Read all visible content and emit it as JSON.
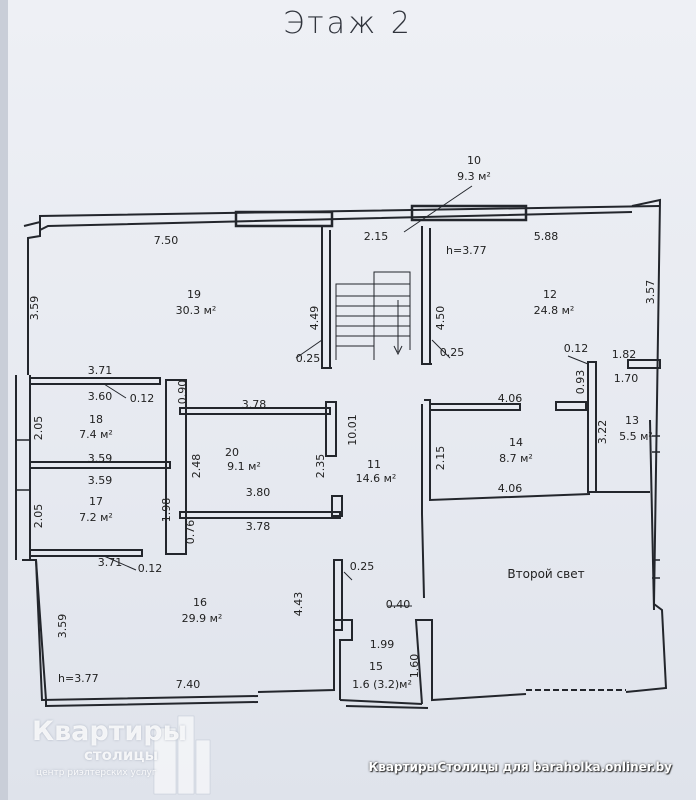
{
  "floor_title": "Этаж 2",
  "heights": {
    "left": "h=3.77",
    "top": "h=3.77"
  },
  "rooms": [
    {
      "number": "19",
      "area": "30.3 м²"
    },
    {
      "number": "12",
      "area": "24.8 м²"
    },
    {
      "number": "10",
      "area": "9.3  м²"
    },
    {
      "number": "18",
      "area": "7.4  м²"
    },
    {
      "number": "17",
      "area": "7.2  м²"
    },
    {
      "number": "20",
      "area": "9.1  м²"
    },
    {
      "number": "11",
      "area": "14.6 м²"
    },
    {
      "number": "14",
      "area": "8.7  м²"
    },
    {
      "number": "13",
      "area": "5.5  м²"
    },
    {
      "number": "16",
      "area": "29.9 м²"
    },
    {
      "number": "15",
      "area": "1.6 (3.2)м²"
    }
  ],
  "void_label": "Второй свет",
  "dimensions": [
    "7.50",
    "2.15",
    "5.88",
    "3.59",
    "4.49",
    "0.25",
    "4.50",
    "0.25",
    "3.57",
    "0.12",
    "1.82",
    "1.70",
    "0.93",
    "3.71",
    "3.60",
    "0.12",
    "0.90",
    "3.78",
    "10.01",
    "4.06",
    "3.22",
    "2.05",
    "3.59",
    "3.59",
    "2.48",
    "2.35",
    "2.15",
    "4.06",
    "3.80",
    "1.98",
    "2.05",
    "0.76",
    "3.78",
    "3.71",
    "0.12",
    "0.25",
    "4.43",
    "0.40",
    "1.99",
    "1.60",
    "7.40",
    "3.59"
  ],
  "watermark": {
    "title": "Квартиры",
    "subtitle": "столицы",
    "tagline": "центр риэлтерских услуг"
  },
  "credit": "КвартирыСтолицы для baraholka.onliner.by",
  "colors": {
    "wall": "#23262c",
    "paper": "#eceef3",
    "text": "#222222"
  }
}
